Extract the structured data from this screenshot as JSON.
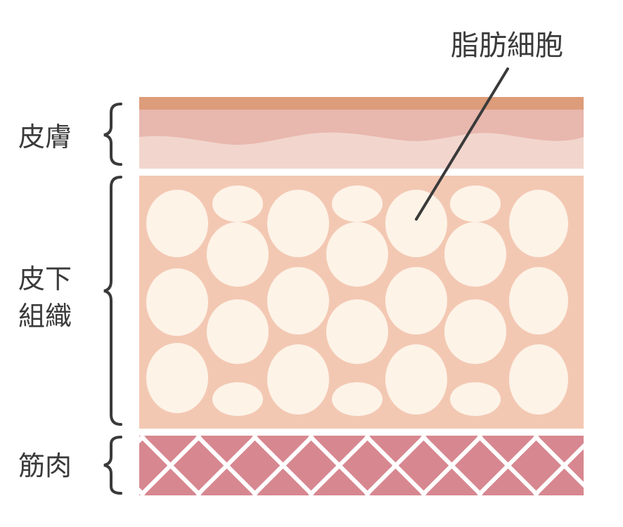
{
  "labels": {
    "skin": "皮膚",
    "subcutaneous_line1": "皮下",
    "subcutaneous_line2": "組織",
    "muscle": "筋肉",
    "fat_cell": "脂肪細胞"
  },
  "colors": {
    "skin_top": "#dd9c7a",
    "skin_mid": "#e8b7ae",
    "skin_inner": "#f2d6cd",
    "subcutaneous_bg": "#f3c8b3",
    "fat_cell": "#fdf3e7",
    "muscle": "#d78790",
    "muscle_lines": "#ffffff",
    "text": "#3a3a3a",
    "bracket": "#3a3a3a"
  }
}
